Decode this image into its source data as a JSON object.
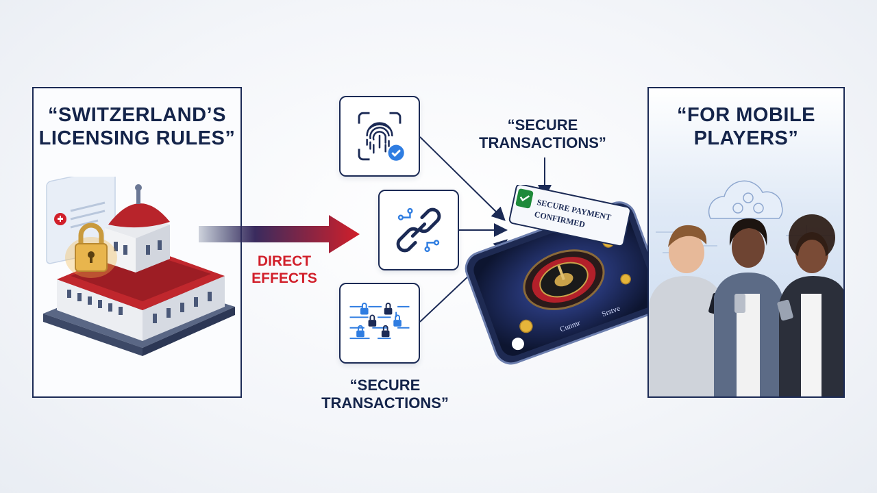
{
  "left_panel": {
    "title": "“SWITZERLAND’S\nLICENSING RULES”"
  },
  "arrow_label": "DIRECT\nEFFECTS",
  "icons": {
    "fingerprint": "fingerprint-check-icon",
    "chain": "chain-link-icon",
    "locks": "lock-circuit-icon"
  },
  "secure_label_top": "“SECURE\nTRANSACTIONS”",
  "secure_label_bottom": "“SECURE\nTRANSACTIONS”",
  "phone": {
    "banner_text": "SECURE PAYMENT\nCONFIRMED",
    "nav_left": "Cunmr",
    "nav_right": "Srstve"
  },
  "right_panel": {
    "title": "“FOR MOBILE\nPLAYERS”"
  },
  "colors": {
    "navy": "#1b2a55",
    "red": "#d11f2a",
    "accent_blue": "#2f7de1"
  }
}
